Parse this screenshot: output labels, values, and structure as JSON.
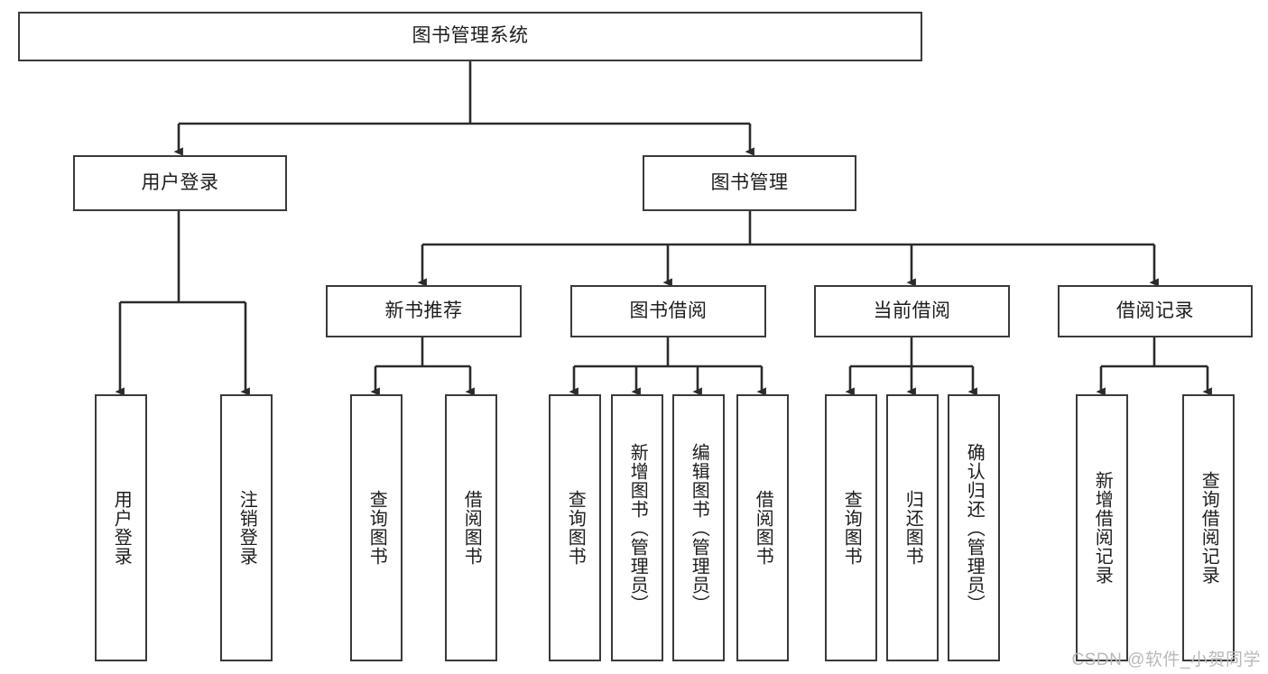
{
  "diagram": {
    "type": "tree-hierarchy-chart",
    "title_node": {
      "label": "图书管理系统"
    },
    "level2": [
      {
        "id": "user-login",
        "label": "用户登录"
      },
      {
        "id": "book-manage",
        "label": "图书管理"
      }
    ],
    "level3": [
      {
        "id": "new-book-rec",
        "label": "新书推荐",
        "parent": "book-manage"
      },
      {
        "id": "book-borrow",
        "label": "图书借阅",
        "parent": "book-manage"
      },
      {
        "id": "current-borrow",
        "label": "当前借阅",
        "parent": "book-manage"
      },
      {
        "id": "borrow-record",
        "label": "借阅记录",
        "parent": "book-manage"
      }
    ],
    "leaves": [
      {
        "id": "leaf-user-login",
        "label": "用户登录",
        "parent": "user-login"
      },
      {
        "id": "leaf-logout",
        "label": "注销登录",
        "parent": "user-login"
      },
      {
        "id": "leaf-query-book-1",
        "label": "查询图书",
        "parent": "new-book-rec"
      },
      {
        "id": "leaf-borrow-book-1",
        "label": "借阅图书",
        "parent": "new-book-rec"
      },
      {
        "id": "leaf-query-book-2",
        "label": "查询图书",
        "parent": "book-borrow"
      },
      {
        "id": "leaf-add-book",
        "label": "新增图书（管理员）",
        "parent": "book-borrow"
      },
      {
        "id": "leaf-edit-book",
        "label": "编辑图书（管理员）",
        "parent": "book-borrow"
      },
      {
        "id": "leaf-borrow-book-2",
        "label": "借阅图书",
        "parent": "book-borrow"
      },
      {
        "id": "leaf-query-book-3",
        "label": "查询图书",
        "parent": "current-borrow"
      },
      {
        "id": "leaf-return-book",
        "label": "归还图书",
        "parent": "current-borrow"
      },
      {
        "id": "leaf-confirm-return",
        "label": "确认归还（管理员）",
        "parent": "current-borrow"
      },
      {
        "id": "leaf-add-record",
        "label": "新增借阅记录",
        "parent": "borrow-record"
      },
      {
        "id": "leaf-query-record",
        "label": "查询借阅记录",
        "parent": "borrow-record"
      }
    ],
    "colors": {
      "box_border": "#3a3a3a",
      "box_fill": "#ffffff",
      "connector": "#2b2b2b",
      "text": "#1d1d1d",
      "watermark": "#b9b9b9"
    }
  },
  "watermark": {
    "text": "CSDN @软件_小贺同学"
  }
}
